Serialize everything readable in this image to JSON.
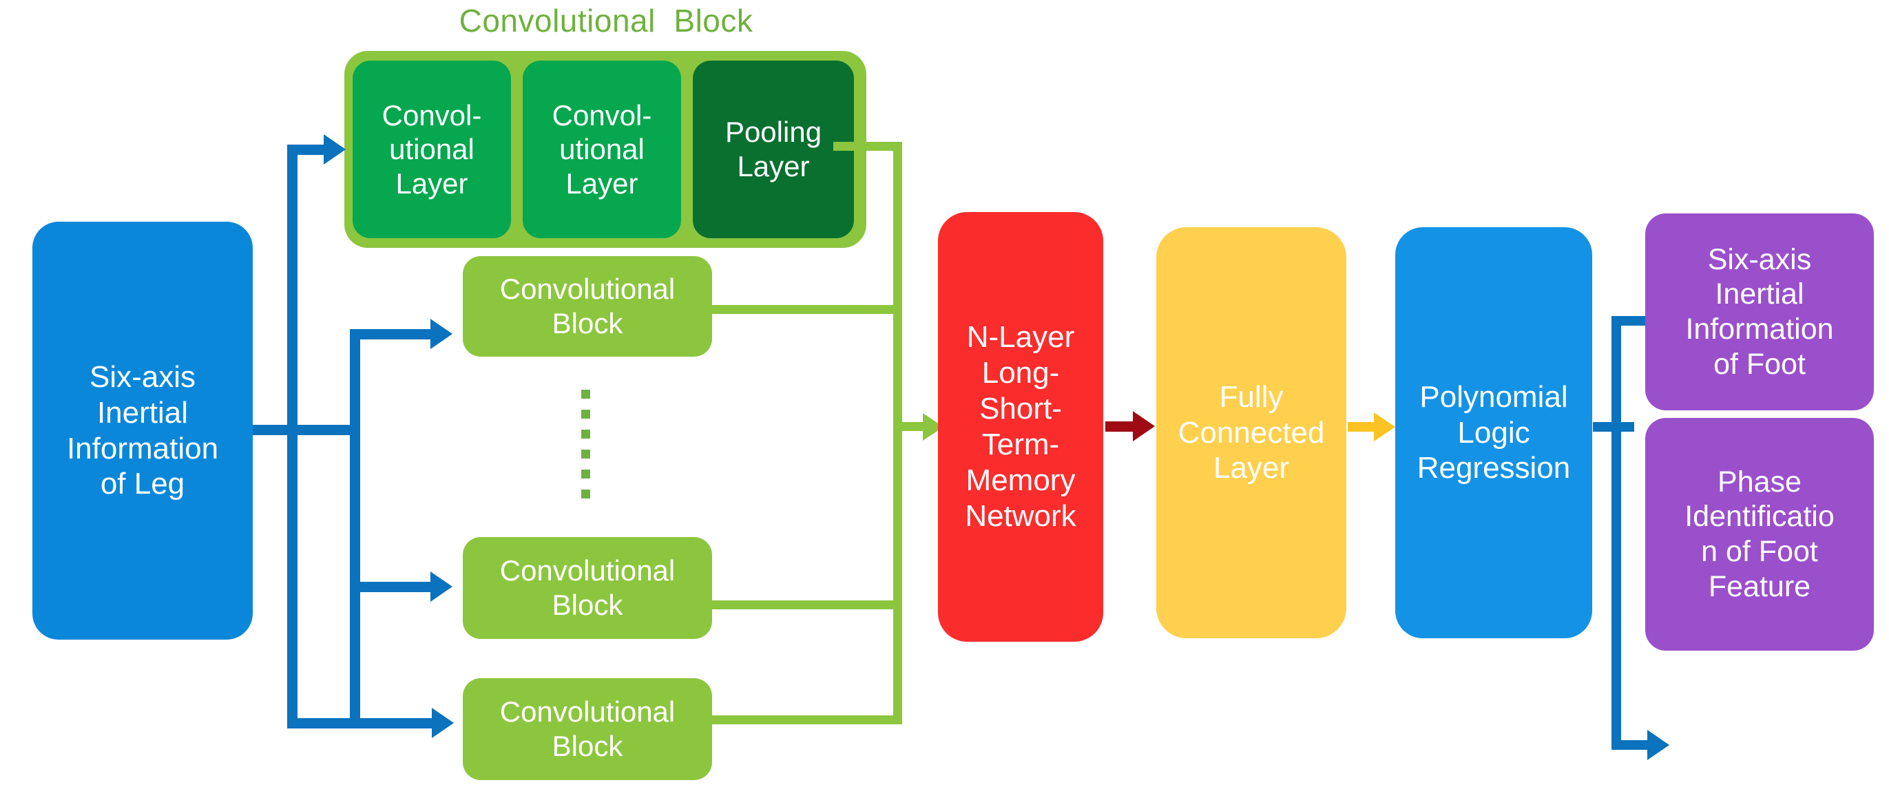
{
  "diagram": {
    "title": "Convolutional Block",
    "input": {
      "label": "Six-axis\nInertial\nInformation\nof Leg",
      "color": "#0b87da"
    },
    "conv_block_detail": {
      "group_title": "Convolutional  Block",
      "group_color": "#8cc63f",
      "layers": [
        {
          "label": "Convol-\nutional\nLayer",
          "color": "#06a74e"
        },
        {
          "label": "Convol-\nutional\nLayer",
          "color": "#06a74e"
        },
        {
          "label": "Pooling\nLayer",
          "color": "#0a7030"
        }
      ]
    },
    "conv_blocks": [
      {
        "label": "Convolutional\nBlock",
        "color": "#8cc63f"
      },
      {
        "label": "Convolutional\nBlock",
        "color": "#8cc63f"
      },
      {
        "label": "Convolutional\nBlock",
        "color": "#8cc63f"
      }
    ],
    "ellipsis_dots": 6,
    "lstm": {
      "label": "N-Layer\nLong-\nShort-\nTerm-\nMemory\nNetwork",
      "color": "#fb2c2c"
    },
    "fully_connected": {
      "label": "Fully\nConnected\nLayer",
      "color": "#ffd04e"
    },
    "regression": {
      "label": "Polynomial\nLogic\nRegression",
      "color": "#1492e6"
    },
    "outputs": [
      {
        "label": "Six-axis\nInertial\nInformation\nof Foot",
        "color": "#9a4fcb"
      },
      {
        "label": "Phase\nIdentificatio\nn of Foot\nFeature",
        "color": "#9a4fcb"
      }
    ],
    "connector_colors": {
      "input_branch": "#0b72bd",
      "conv_merge": "#8cc63f",
      "lstm_to_fc": "#9e0b12",
      "fc_to_regression": "#fdc323",
      "regression_branch": "#0b72bd"
    }
  }
}
